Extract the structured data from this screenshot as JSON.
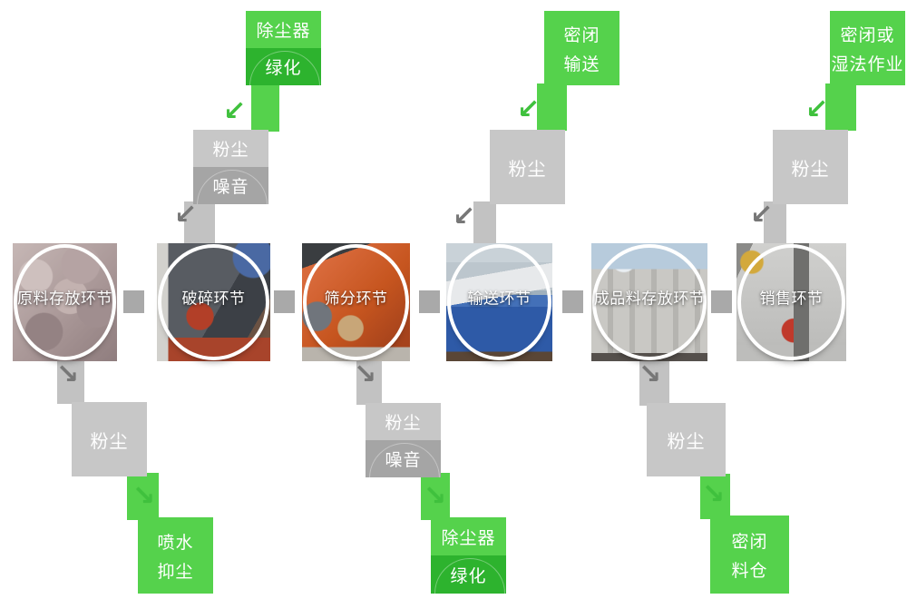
{
  "palette": {
    "measure_green": "#55d24c",
    "measure_green_dark": "#2db32e",
    "hazard_gray": "#c7c7c7",
    "hazard_gray_dark": "#a5a5a5",
    "strip_gray": "#c2c2c2",
    "connector_gray": "#a9a9a9",
    "arrow_dark_gray": "#777777",
    "label_white": "#ffffff"
  },
  "icons": {
    "top_arrow": "↙",
    "bottom_arrow": "↘"
  },
  "stages": [
    {
      "label": "原料存放环节"
    },
    {
      "label": "破碎环节"
    },
    {
      "label": "筛分环节"
    },
    {
      "label": "输送环节"
    },
    {
      "label": "成品料存放环节"
    },
    {
      "label": "销售环节"
    }
  ],
  "top_chains": [
    {
      "measure": [
        "除尘器",
        "绿化"
      ],
      "hazard": [
        "粉尘",
        "噪音"
      ]
    },
    {
      "measure": [
        "密闭",
        "输送"
      ],
      "hazard": [
        "粉尘"
      ]
    },
    {
      "measure": [
        "密闭或",
        "湿法作业"
      ],
      "hazard": [
        "粉尘"
      ]
    }
  ],
  "bottom_chains": [
    {
      "hazard": [
        "粉尘"
      ],
      "measure": [
        "喷水",
        "抑尘"
      ]
    },
    {
      "hazard": [
        "粉尘",
        "噪音"
      ],
      "measure": [
        "除尘器",
        "绿化"
      ]
    },
    {
      "hazard": [
        "粉尘"
      ],
      "measure": [
        "密闭",
        "料仓"
      ]
    }
  ]
}
